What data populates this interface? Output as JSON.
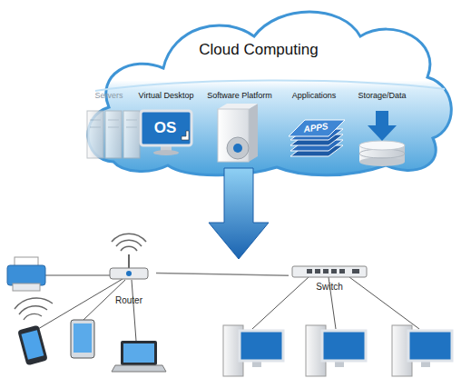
{
  "diagram": {
    "nodes": [
      {
        "text": [
          "Cloud Computing"
        ]
      },
      {
        "text": [
          "Router"
        ]
      },
      {
        "text": [
          "Switch"
        ]
      }
    ],
    "edges": [
      {
        "from": 1,
        "to": 2,
        "arrow": "none"
      }
    ],
    "labels": [
      "Servers",
      "Virtual Desktop",
      "Software Platform",
      "Applications",
      "Storage/Data",
      "OS",
      "APPS"
    ]
  }
}
